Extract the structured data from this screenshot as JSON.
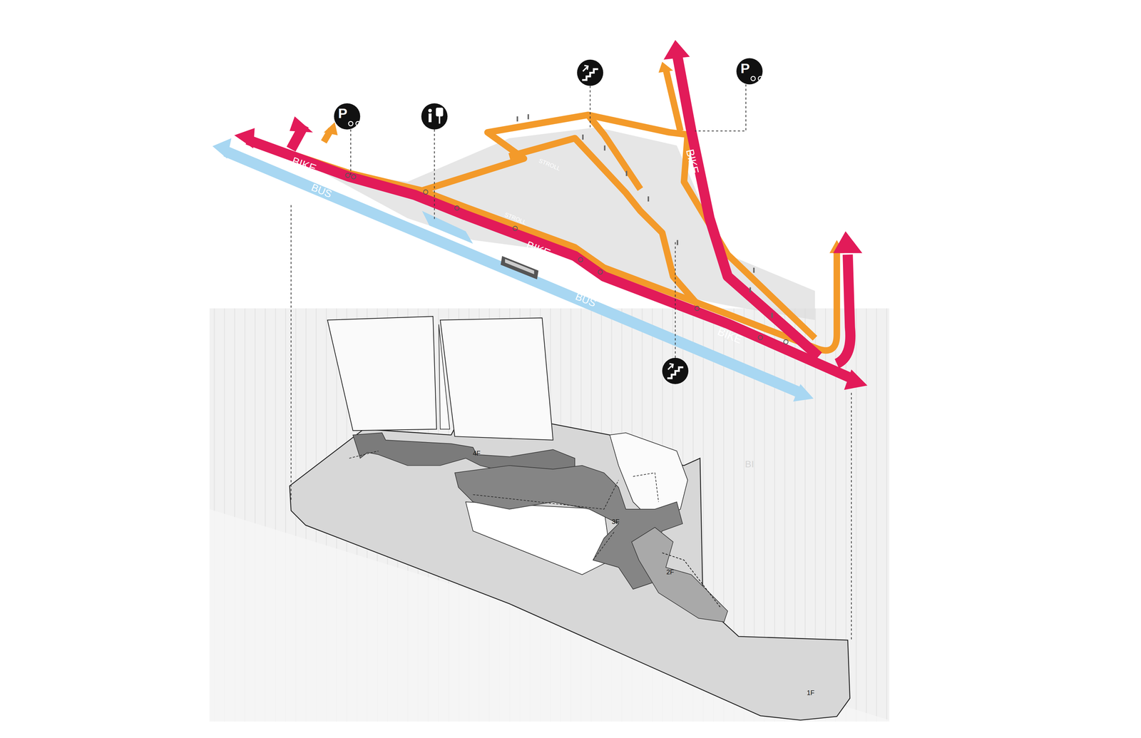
{
  "diagram": {
    "labels": [
      "BIKE",
      "BUS",
      "STROLL",
      "STROLL",
      "BIKE",
      "BUS",
      "BIKE",
      "BIKE",
      "P",
      "P",
      "4F",
      "3F",
      "2F",
      "1F",
      "BI"
    ]
  }
}
